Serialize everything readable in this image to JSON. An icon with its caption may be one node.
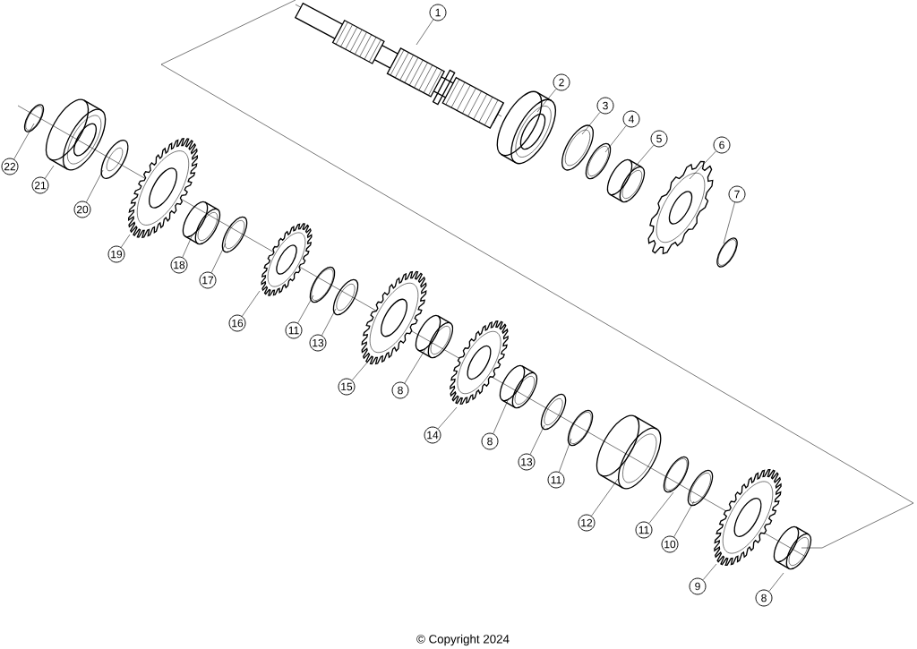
{
  "diagram": {
    "nodes": [
      {
        "text": [
          "1"
        ]
      },
      {
        "text": [
          "2"
        ]
      },
      {
        "text": [
          "3"
        ]
      },
      {
        "text": [
          "4"
        ]
      },
      {
        "text": [
          "5"
        ]
      },
      {
        "text": [
          "6"
        ]
      },
      {
        "text": [
          "7"
        ]
      },
      {
        "text": [
          "22"
        ]
      },
      {
        "text": [
          "21"
        ]
      },
      {
        "text": [
          "20"
        ]
      },
      {
        "text": [
          "19"
        ]
      },
      {
        "text": [
          "18"
        ]
      },
      {
        "text": [
          "17"
        ]
      },
      {
        "text": [
          "16"
        ]
      },
      {
        "text": [
          "11"
        ]
      },
      {
        "text": [
          "13"
        ]
      },
      {
        "text": [
          "15"
        ]
      },
      {
        "text": [
          "8"
        ]
      },
      {
        "text": [
          "14"
        ]
      },
      {
        "text": [
          "8"
        ]
      },
      {
        "text": [
          "13"
        ]
      },
      {
        "text": [
          "11"
        ]
      },
      {
        "text": [
          "12"
        ]
      },
      {
        "text": [
          "11"
        ]
      },
      {
        "text": [
          "10"
        ]
      },
      {
        "text": [
          "9"
        ]
      },
      {
        "text": [
          "8"
        ]
      }
    ],
    "edges": [
      {
        "from": 0,
        "to": null,
        "arrow": "none"
      },
      {
        "from": 1,
        "to": null,
        "arrow": "none"
      },
      {
        "from": 2,
        "to": null,
        "arrow": "none"
      },
      {
        "from": 3,
        "to": null,
        "arrow": "none"
      },
      {
        "from": 4,
        "to": null,
        "arrow": "none"
      },
      {
        "from": 5,
        "to": null,
        "arrow": "none"
      },
      {
        "from": 6,
        "to": null,
        "arrow": "none"
      },
      {
        "from": 7,
        "to": null,
        "arrow": "none"
      },
      {
        "from": 8,
        "to": null,
        "arrow": "none"
      },
      {
        "from": 9,
        "to": null,
        "arrow": "none"
      },
      {
        "from": 10,
        "to": null,
        "arrow": "none"
      },
      {
        "from": 11,
        "to": null,
        "arrow": "none"
      },
      {
        "from": 12,
        "to": null,
        "arrow": "none"
      },
      {
        "from": 13,
        "to": null,
        "arrow": "none"
      },
      {
        "from": 14,
        "to": null,
        "arrow": "none"
      },
      {
        "from": 15,
        "to": null,
        "arrow": "none"
      },
      {
        "from": 16,
        "to": null,
        "arrow": "none"
      },
      {
        "from": 17,
        "to": null,
        "arrow": "none"
      },
      {
        "from": 18,
        "to": null,
        "arrow": "none"
      },
      {
        "from": 19,
        "to": null,
        "arrow": "none"
      },
      {
        "from": 20,
        "to": null,
        "arrow": "none"
      },
      {
        "from": 21,
        "to": null,
        "arrow": "none"
      },
      {
        "from": 22,
        "to": null,
        "arrow": "none"
      },
      {
        "from": 23,
        "to": null,
        "arrow": "none"
      },
      {
        "from": 24,
        "to": null,
        "arrow": "none"
      },
      {
        "from": 25,
        "to": null,
        "arrow": "none"
      },
      {
        "from": 26,
        "to": null,
        "arrow": "none"
      }
    ],
    "labels": [
      "© Copyright 2024"
    ]
  }
}
